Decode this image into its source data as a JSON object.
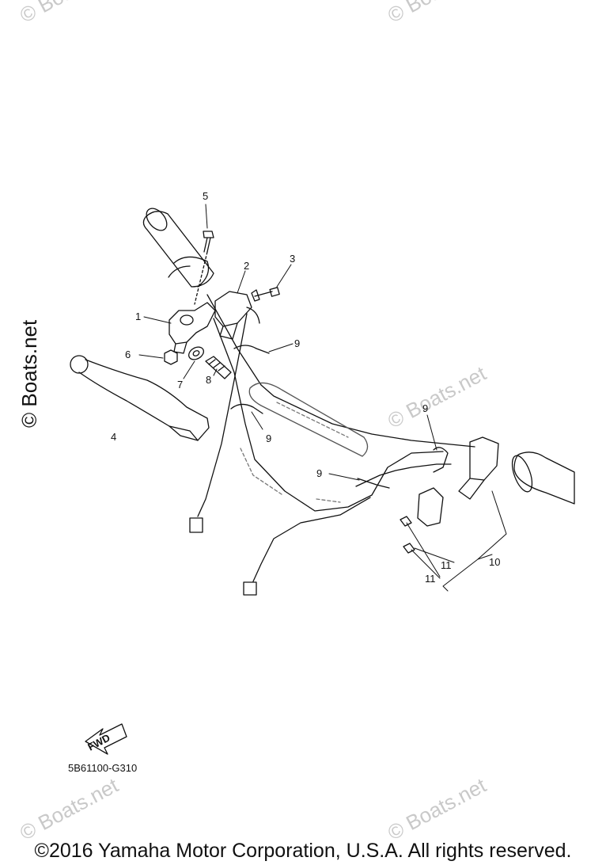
{
  "watermark_text": "© Boats.net",
  "callouts": {
    "c1": "1",
    "c2": "2",
    "c3": "3",
    "c4": "4",
    "c5": "5",
    "c6": "6",
    "c7": "7",
    "c8": "8",
    "c9": "9",
    "c10": "10",
    "c11": "11"
  },
  "fwd_label": "FWD",
  "diagram_code": "5B61100-G310",
  "copyright": "©2016 Yamaha Motor Corporation, U.S.A. All rights reserved."
}
